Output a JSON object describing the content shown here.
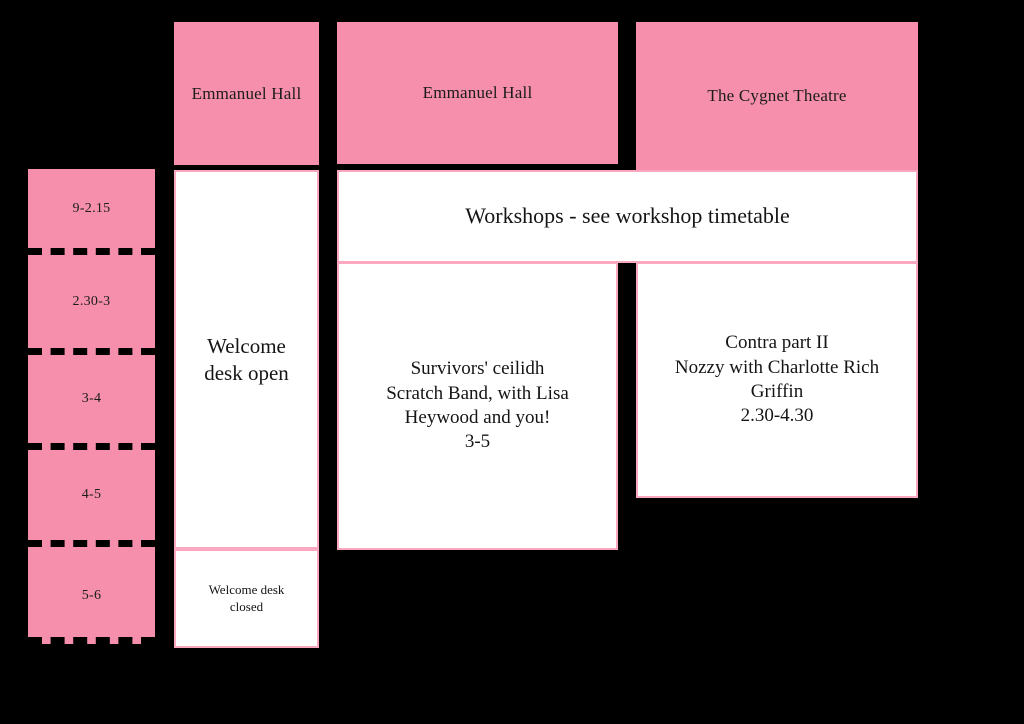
{
  "theme": {
    "pink_fill": "#F58FAB",
    "pink_border": "#F9A8C0",
    "background": "#000000",
    "text": "#1a1a1a"
  },
  "timetable": {
    "time_column": {
      "name": "time-slots",
      "slots": [
        {
          "label": "9-2.15"
        },
        {
          "label": "2.30-3"
        },
        {
          "label": "3-4"
        },
        {
          "label": "4-5"
        },
        {
          "label": "5-6"
        }
      ]
    },
    "venues": [
      {
        "id": "welcome",
        "label": "Emmanuel Hall"
      },
      {
        "id": "hall2",
        "label": "Emmanuel Hall"
      },
      {
        "id": "cygnet",
        "label": "The Cygnet Theatre"
      }
    ],
    "sessions": {
      "welcome_open": {
        "text": "Welcome\ndesk open"
      },
      "welcome_closed": {
        "text": "Welcome desk\nclosed"
      },
      "workshops": {
        "text": "Workshops - see workshop timetable"
      },
      "ceilidh": {
        "line1": "Survivors' ceilidh",
        "line2": "Scratch Band, with Lisa",
        "line3": "Heywood and you!",
        "line4": "3-5"
      },
      "contra": {
        "line1": "Contra part II",
        "line2": "Nozzy with Charlotte Rich",
        "line3": "Griffin",
        "line4": "2.30-4.30"
      }
    }
  }
}
